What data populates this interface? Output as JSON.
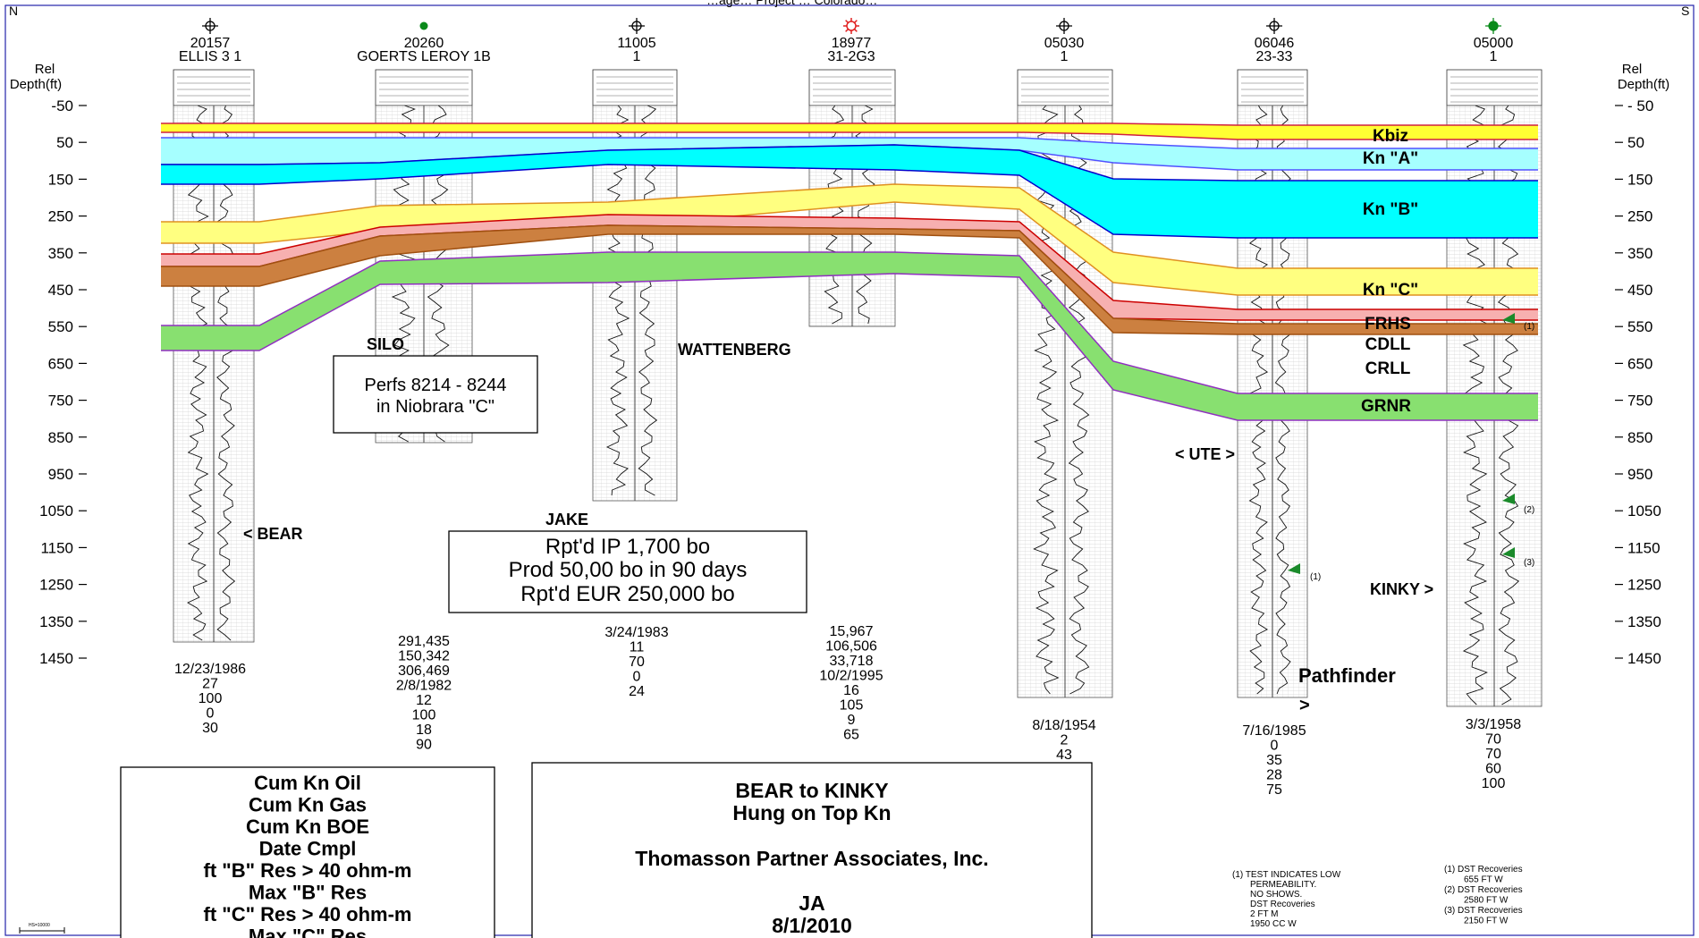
{
  "title_partial": "…age… Project … Colorado…",
  "compass": {
    "left": "N",
    "right": "S"
  },
  "axis": {
    "label_line1": "Rel",
    "label_line2": "Depth(ft)",
    "ticks": [
      "-50",
      "50",
      "150",
      "250",
      "350",
      "450",
      "550",
      "650",
      "750",
      "850",
      "950",
      "1050",
      "1150",
      "1250",
      "1350",
      "1450"
    ]
  },
  "wells": [
    {
      "id": "20157",
      "name": "ELLIS 3 1",
      "symbol": "dry-hole",
      "stats": [
        "12/23/1986",
        "27",
        "100",
        "0",
        "30"
      ]
    },
    {
      "id": "20260",
      "name": "GOERTS LEROY 1B",
      "symbol": "oil",
      "stats": [
        "291,435",
        "150,342",
        "306,469",
        "2/8/1982",
        "12",
        "100",
        "18",
        "90"
      ]
    },
    {
      "id": "11005",
      "name": "1",
      "symbol": "dry-hole",
      "stats": [
        "3/24/1983",
        "11",
        "70",
        "0",
        "24"
      ]
    },
    {
      "id": "18977",
      "name": "31-2G3",
      "symbol": "gas",
      "stats": [
        "15,967",
        "106,506",
        "33,718",
        "10/2/1995",
        "16",
        "105",
        "9",
        "65"
      ]
    },
    {
      "id": "05030",
      "name": "1",
      "symbol": "dry-hole",
      "stats": [
        "8/18/1954",
        "2",
        "43"
      ]
    },
    {
      "id": "06046",
      "name": "23-33",
      "symbol": "dry-hole",
      "stats": [
        "7/16/1985",
        "0",
        "35",
        "28",
        "75"
      ]
    },
    {
      "id": "05000",
      "name": "1",
      "symbol": "oil-dry",
      "stats": [
        "3/3/1958",
        "70",
        "70",
        "60",
        "100"
      ]
    }
  ],
  "formations": [
    "Kbiz",
    "Kn \"A\"",
    "Kn \"B\"",
    "Kn \"C\"",
    "FRHS",
    "CDLL",
    "CRLL",
    "GRNR"
  ],
  "field_labels": {
    "silo": "SILO",
    "wattenberg": "WATTENBERG",
    "jake": "JAKE",
    "bear": "< BEAR",
    "ute": "< UTE >",
    "kinky": "KINKY >",
    "pathfinder": "Pathfinder",
    "pathfinder_arrow": ">"
  },
  "perfs_box": [
    "Perfs 8214 - 8244",
    "in Niobrara \"C\""
  ],
  "ip_box": [
    "Rpt'd IP 1,700 bo",
    "Prod 50,00 bo in 90 days",
    "Rpt'd EUR 250,000 bo"
  ],
  "legend_box": [
    "Cum Kn Oil",
    "Cum Kn Gas",
    "Cum Kn BOE",
    "Date Cmpl",
    "ft \"B\" Res > 40 ohm-m",
    "Max \"B\" Res",
    "ft \"C\" Res > 40 ohm-m",
    "Max \"C\" Res"
  ],
  "title_block": {
    "line1": "BEAR to KINKY",
    "line2": "Hung on Top Kn",
    "company": "Thomasson Partner Associates, Inc.",
    "initials": "JA",
    "date": "8/1/2010"
  },
  "footnote_left": [
    "(1)  TEST INDICATES LOW",
    "PERMEABILITY.",
    "NO SHOWS.",
    "DST Recoveries",
    "2 FT M",
    "1950 CC W"
  ],
  "footnote_right": [
    "(1)  DST Recoveries",
    "655 FT W",
    "(2)  DST Recoveries",
    "2580 FT W",
    "(3)  DST Recoveries",
    "2150 FT W"
  ],
  "dst_markers": [
    "(1)",
    "(2)",
    "(3)",
    "(1)"
  ],
  "scale_text": "HS=10000",
  "colors": {
    "kbiz": "#ffff33",
    "knA": "#a6ffff",
    "knB": "#00ffff",
    "knC": "#ffff80",
    "frhs": "#f7b0b0",
    "cdll": "#cc8040",
    "grnr": "#88e070",
    "frame": "#2222aa"
  }
}
